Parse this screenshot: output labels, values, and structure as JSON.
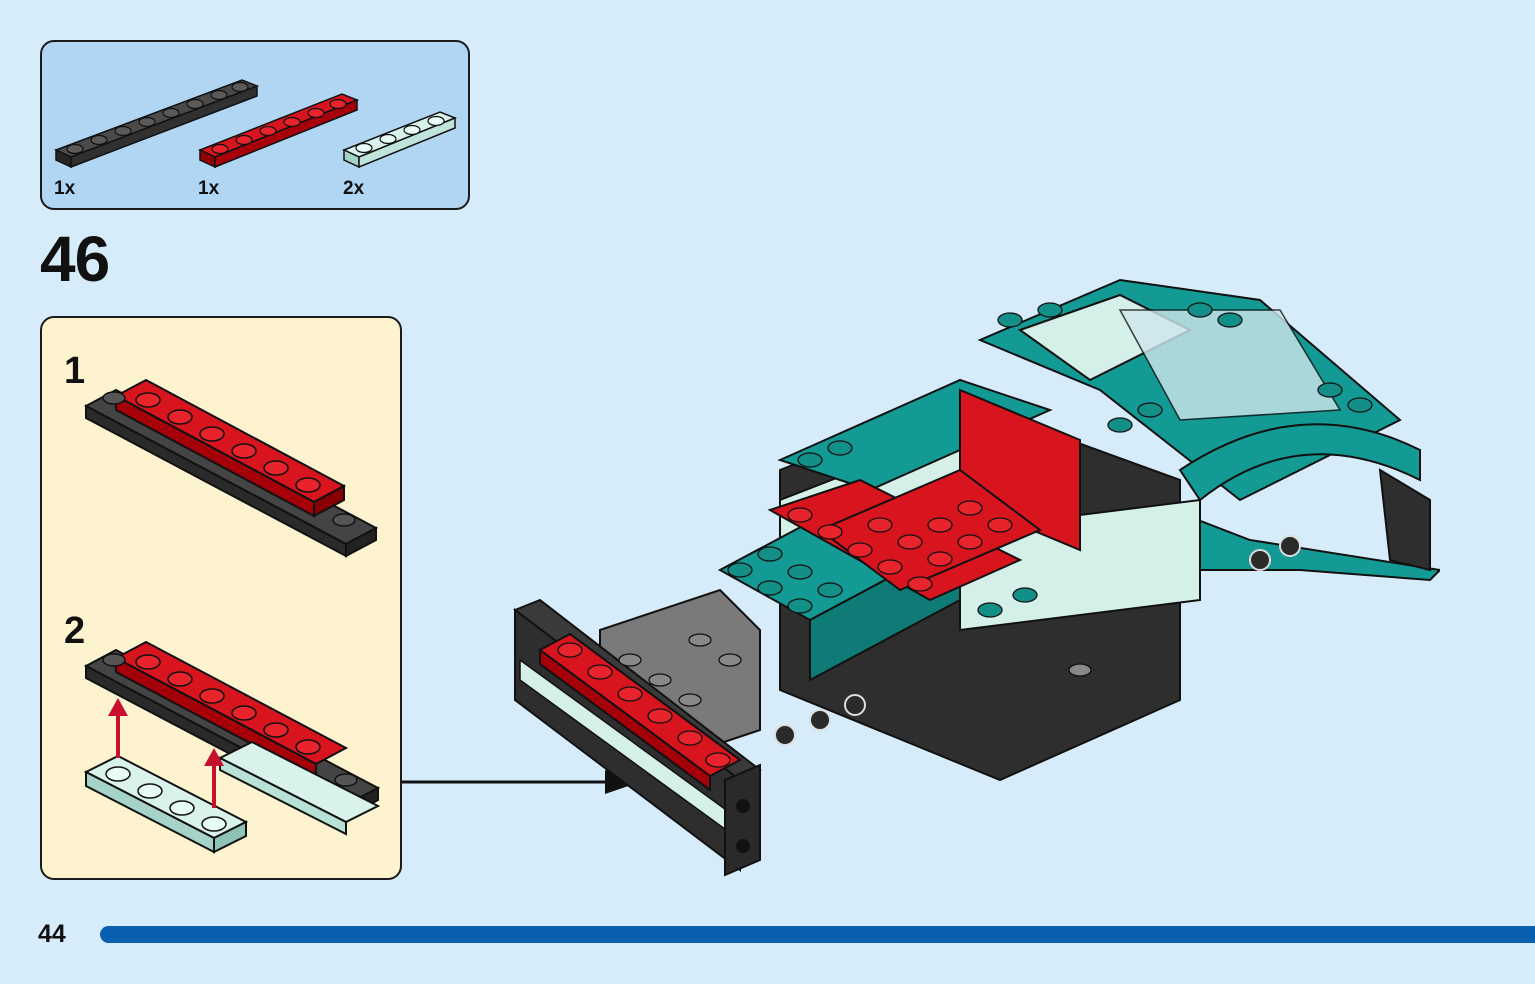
{
  "parts_callout": {
    "parts": [
      {
        "name": "plate-1x8-dark-grey",
        "quantity": "1x",
        "color": "#3a3a3a"
      },
      {
        "name": "plate-1x6-red",
        "quantity": "1x",
        "color": "#c8000a"
      },
      {
        "name": "plate-1x4-light-aqua",
        "quantity": "2x",
        "color": "#cdeee6"
      }
    ]
  },
  "step": {
    "number": "46"
  },
  "substeps": [
    {
      "label": "1"
    },
    {
      "label": "2"
    }
  ],
  "footer": {
    "page_number": "44",
    "progress_color": "#0a5fb0"
  },
  "colors": {
    "page_background": "#d6ecfb",
    "parts_background": "#b0d6f3",
    "substep_background": "#fdf4cf",
    "teal": "#139a94",
    "red": "#c8000a",
    "dark_grey": "#3a3a3a",
    "light_aqua": "#cdeee6"
  }
}
